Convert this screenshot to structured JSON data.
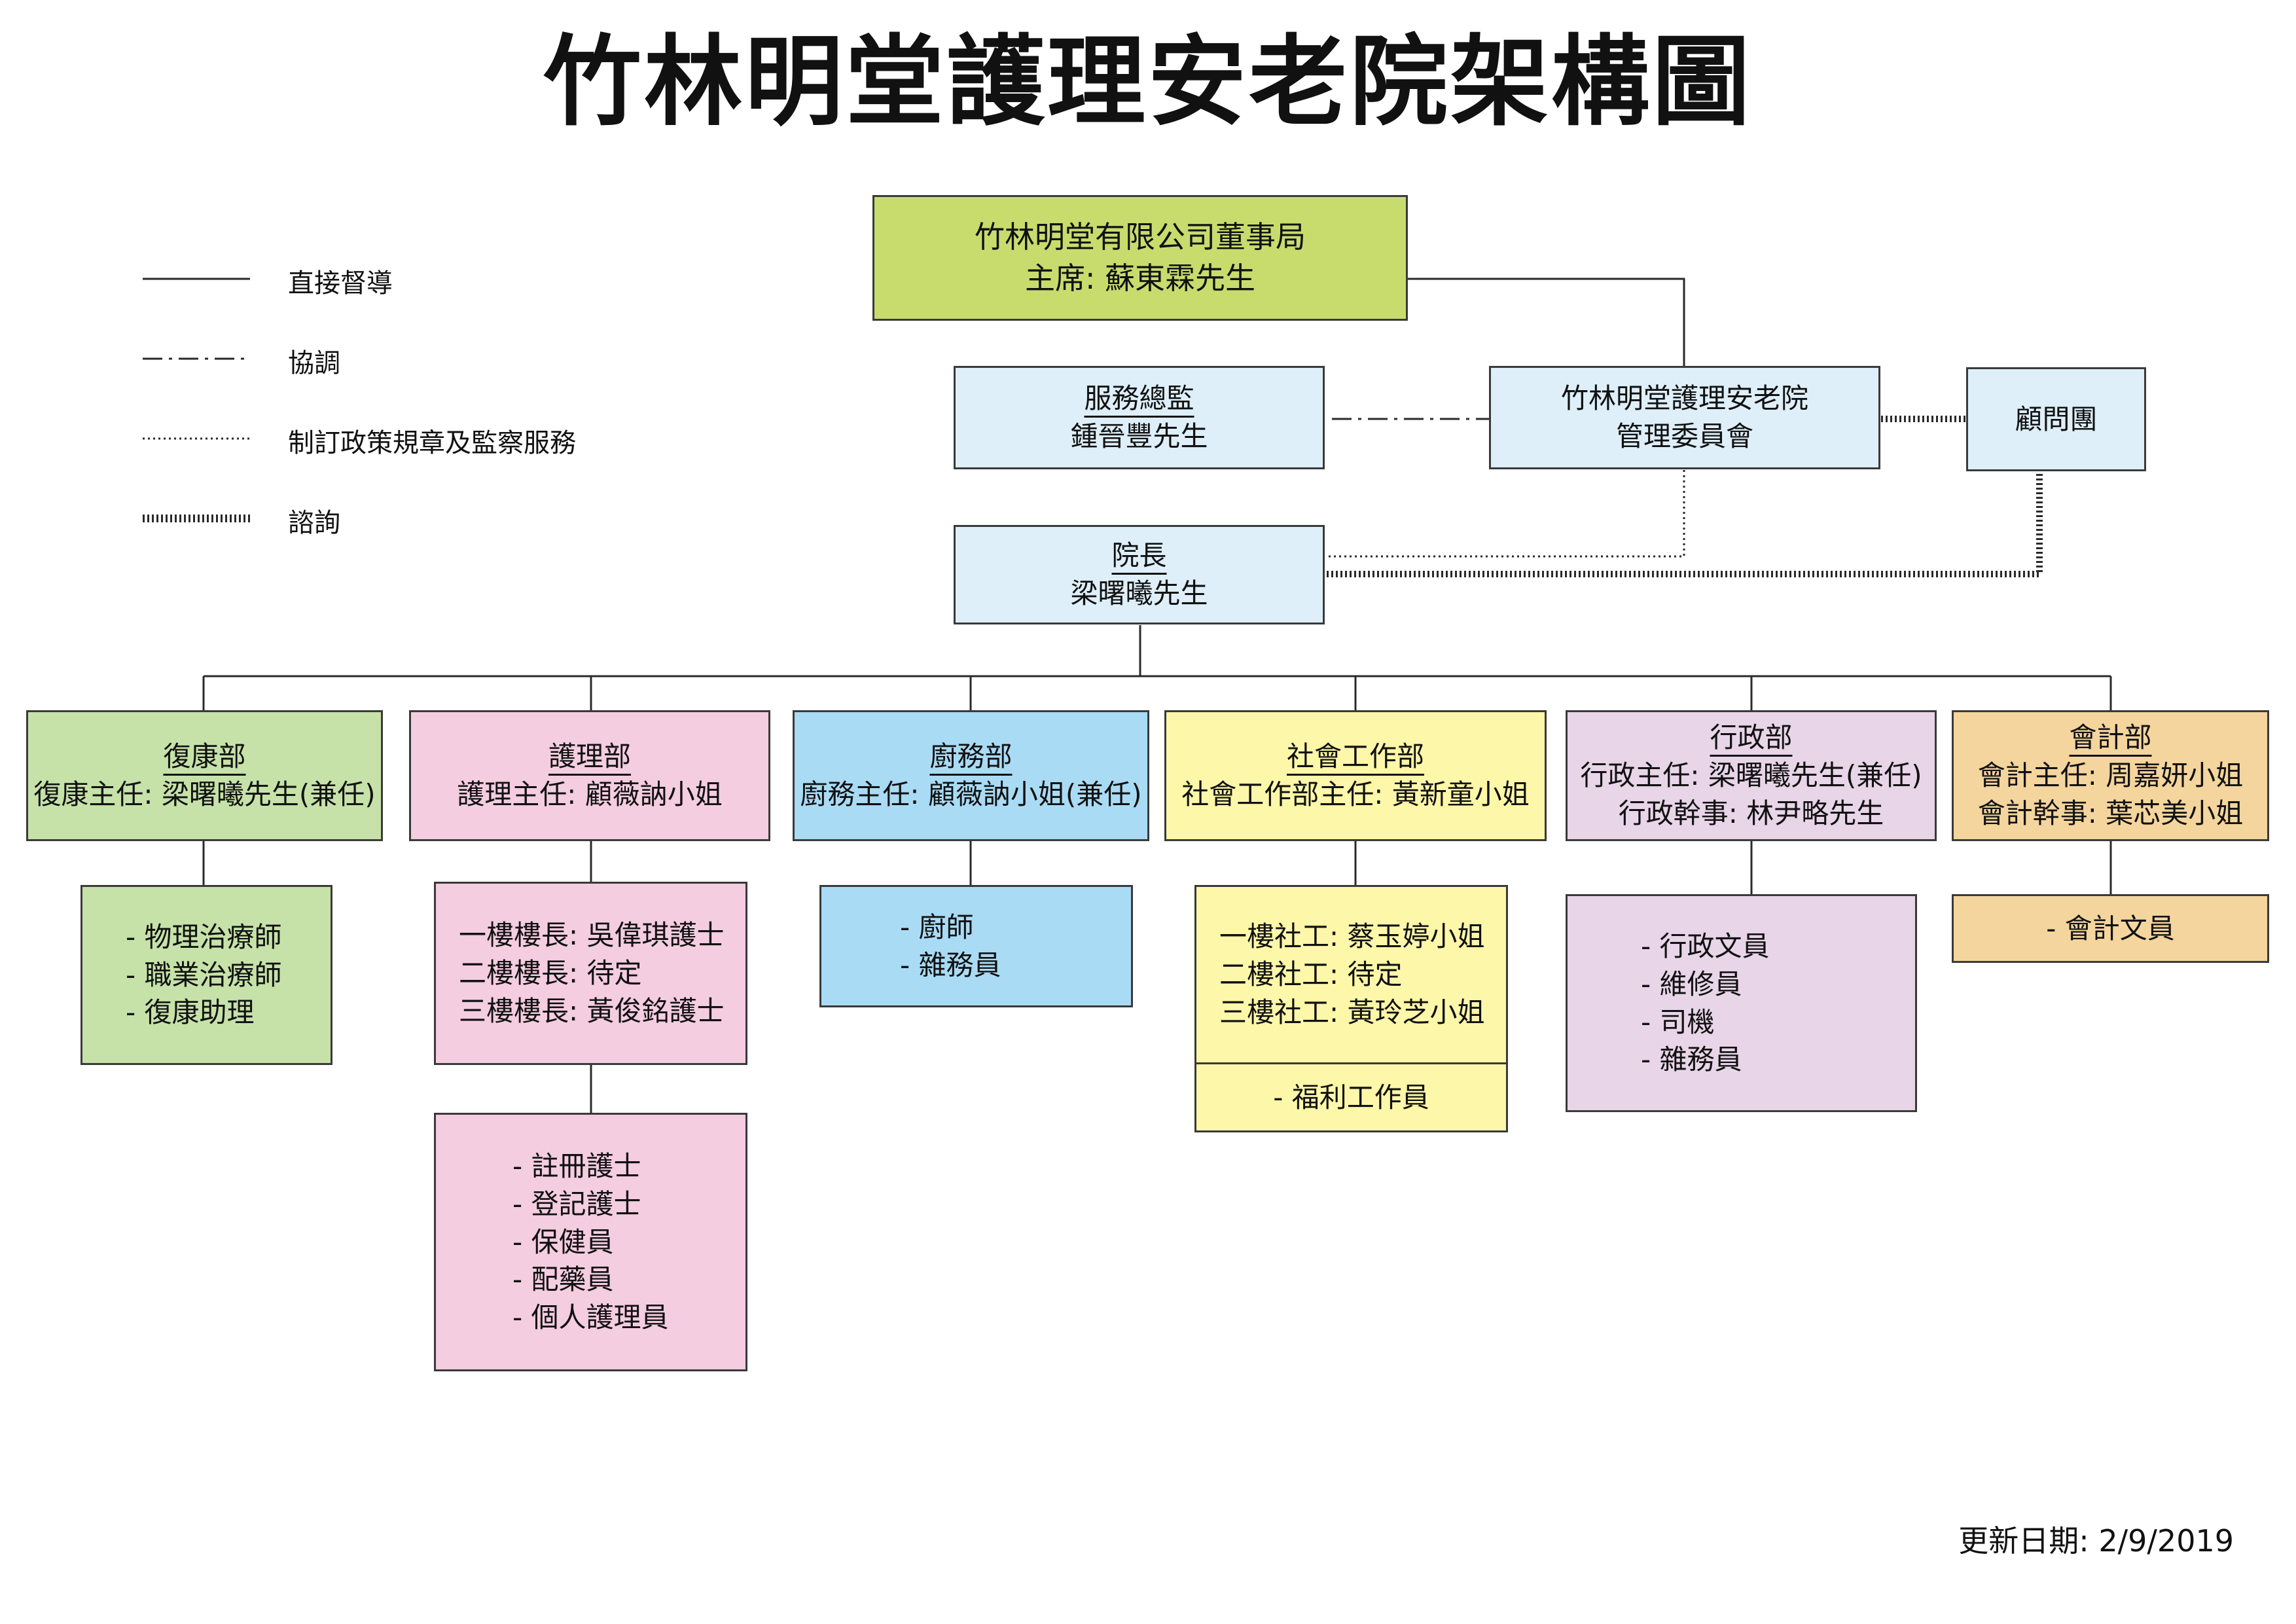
{
  "title": "竹林明堂護理安老院架構圖",
  "legend": [
    {
      "label": "直接督導"
    },
    {
      "label": "協調"
    },
    {
      "label": "制訂政策規章及監察服務"
    },
    {
      "label": "諮詢"
    }
  ],
  "board": {
    "name": "竹林明堂有限公司董事局",
    "person": "主席: 蘇東霖先生",
    "color": "#c8dc6e"
  },
  "service_director": {
    "name": "服務總監",
    "person": "鍾晉豐先生",
    "color": "#deeffa"
  },
  "management_committee": {
    "name": "竹林明堂護理安老院",
    "name2": "管理委員會",
    "color": "#deeffa"
  },
  "advisory": {
    "name": "顧問團",
    "color": "#deeffa"
  },
  "superintendent": {
    "name": "院長",
    "person": "梁曙曦先生",
    "color": "#deeffa"
  },
  "departments": [
    {
      "name": "復康部",
      "heads": [
        "復康主任: 梁曙曦先生(兼任)"
      ],
      "color": "#c6e2a9",
      "staff": [
        [
          "- 物理治療師",
          "- 職業治療師",
          "- 復康助理"
        ]
      ]
    },
    {
      "name": "護理部",
      "heads": [
        "護理主任: 顧薇訥小姐"
      ],
      "color": "#f4cde0",
      "staff": [
        [
          "一樓樓長: 吳偉琪護士",
          "二樓樓長: 待定",
          "三樓樓長: 黃俊銘護士"
        ],
        [
          "- 註冊護士",
          "- 登記護士",
          "- 保健員",
          "- 配藥員",
          "- 個人護理員"
        ]
      ]
    },
    {
      "name": "廚務部",
      "heads": [
        "廚務主任: 顧薇訥小姐(兼任)"
      ],
      "color": "#a9dbf5",
      "staff": [
        [
          "- 廚師",
          "- 雜務員"
        ]
      ]
    },
    {
      "name": "社會工作部",
      "heads": [
        "社會工作部主任: 黃新童小姐"
      ],
      "color": "#fdf7a9",
      "staff": [
        [
          "一樓社工: 蔡玉婷小姐",
          "二樓社工: 待定",
          "三樓社工: 黃玲芝小姐"
        ],
        [
          "- 福利工作員"
        ]
      ]
    },
    {
      "name": "行政部",
      "heads": [
        "行政主任: 梁曙曦先生(兼任)",
        "行政幹事: 林尹略先生"
      ],
      "color": "#e8d5e8",
      "staff": [
        [
          "- 行政文員",
          "- 維修員",
          "- 司機",
          "- 雜務員"
        ]
      ]
    },
    {
      "name": "會計部",
      "heads": [
        "會計主任: 周嘉妍小姐",
        "會計幹事: 葉芯美小姐"
      ],
      "color": "#f4d59e",
      "staff": [
        [
          "- 會計文員"
        ]
      ]
    }
  ],
  "update_date": "更新日期: 2/9/2019"
}
